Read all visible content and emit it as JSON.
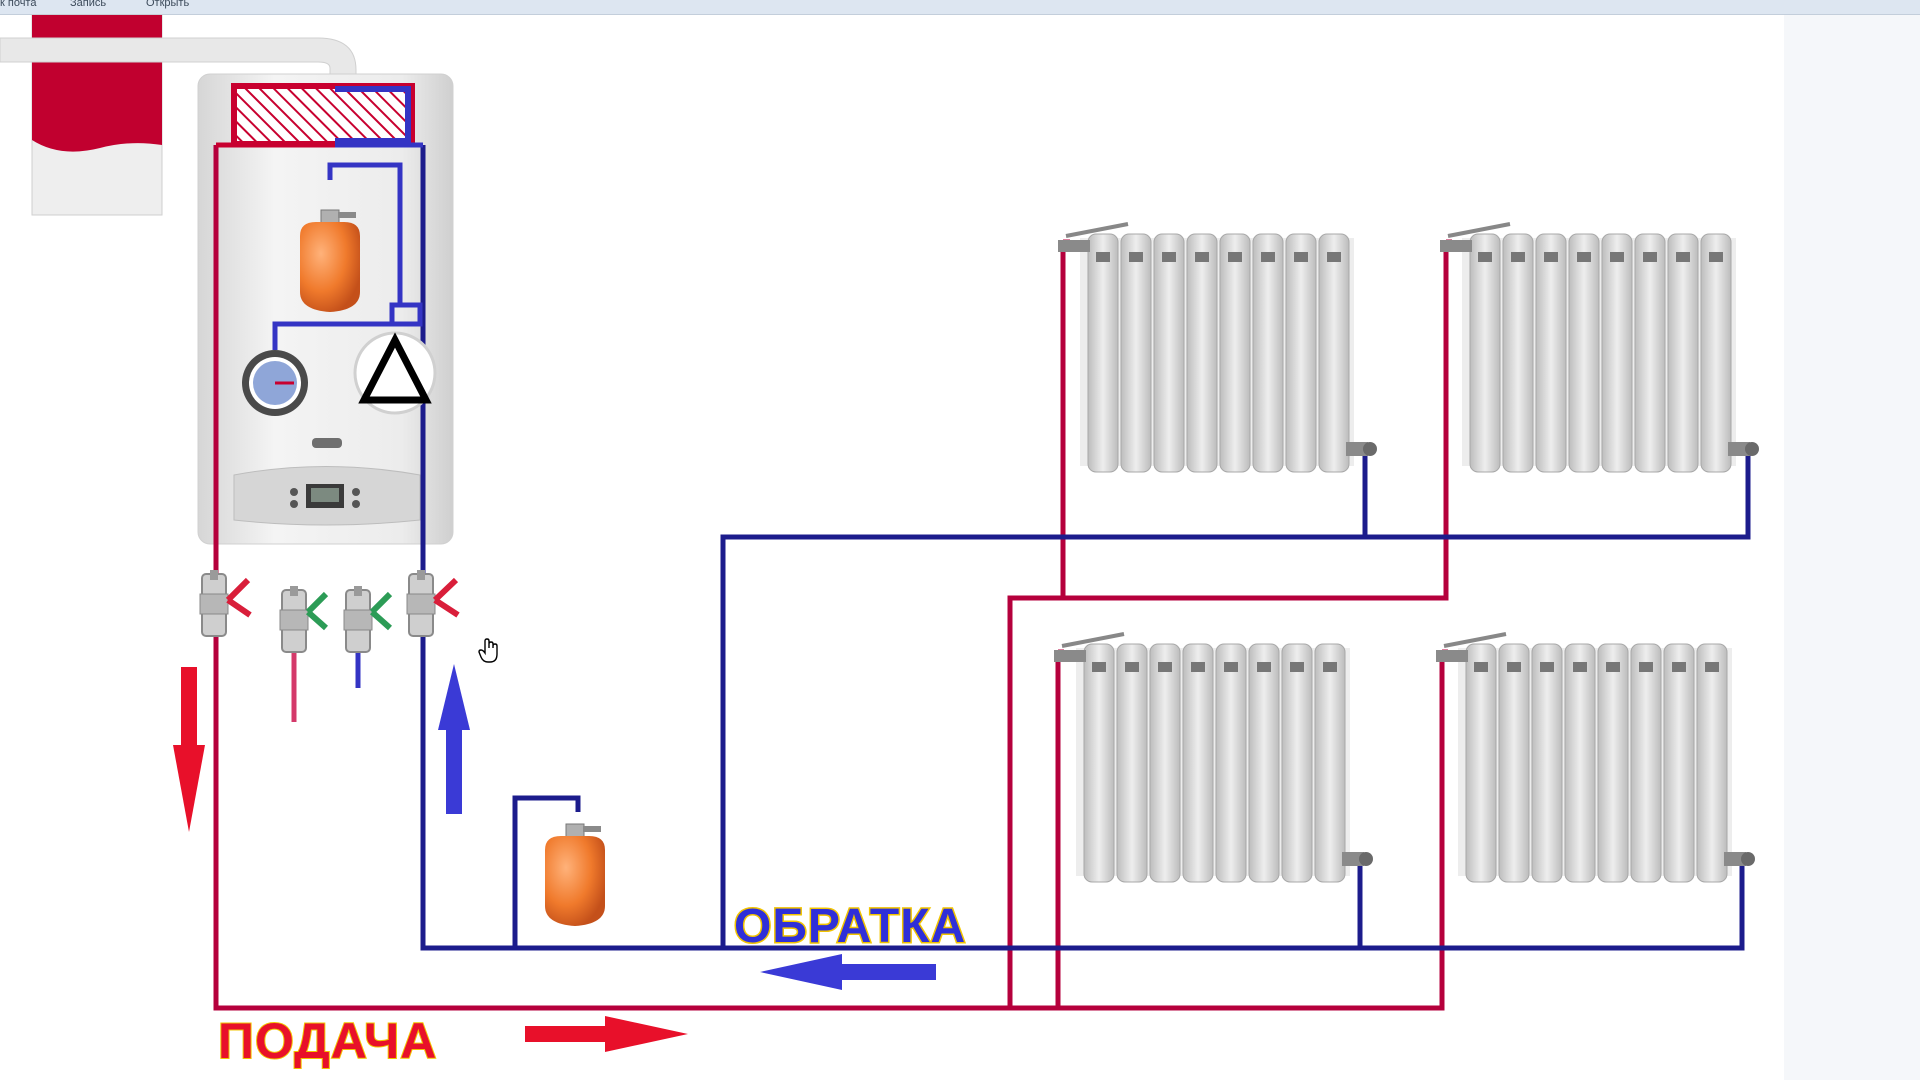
{
  "toolbar": {
    "menu_items": [
      "к почта",
      "Запись",
      "Открыть"
    ]
  },
  "labels": {
    "supply": "ПОДАЧА",
    "return": "ОБРАТКА"
  },
  "colors": {
    "supply_pipe": "#b5003c",
    "return_pipe": "#1c1c8c",
    "supply_arrow": "#e8102a",
    "return_arrow": "#3a3ad6",
    "label_fill_supply": "#e8102a",
    "label_fill_return": "#2f2fd8",
    "label_outline": "#f2c400",
    "boiler_body": "#eeeeee",
    "expansion_tank": "#f07a2c",
    "radiator": "#d9d9d9"
  },
  "icons": {
    "pump": "pump-triangle-icon",
    "pressure_gauge": "pressure-gauge-icon",
    "expansion_tank": "expansion-tank-icon",
    "valve": "ball-valve-icon",
    "radiator": "radiator-icon",
    "cursor": "hand-cursor-icon"
  }
}
